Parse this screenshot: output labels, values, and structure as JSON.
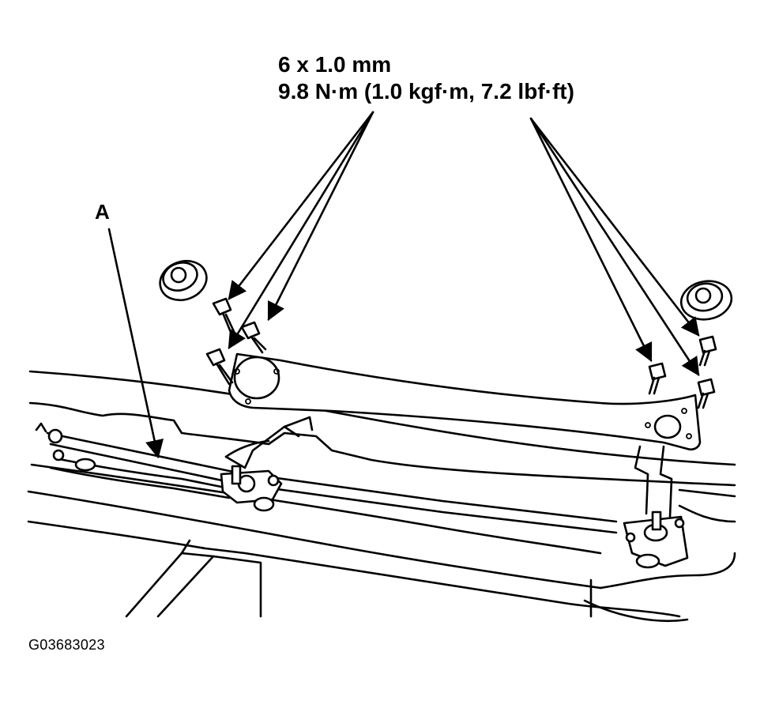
{
  "labels": {
    "fastener_spec_line1": "6 x 1.0 mm",
    "fastener_spec_line2": "9.8 N·m (1.0 kgf·m, 7.2 lbf·ft)",
    "callout_a": "A",
    "figure_id": "G03683023"
  },
  "colors": {
    "line": "#000000",
    "background": "#ffffff"
  }
}
